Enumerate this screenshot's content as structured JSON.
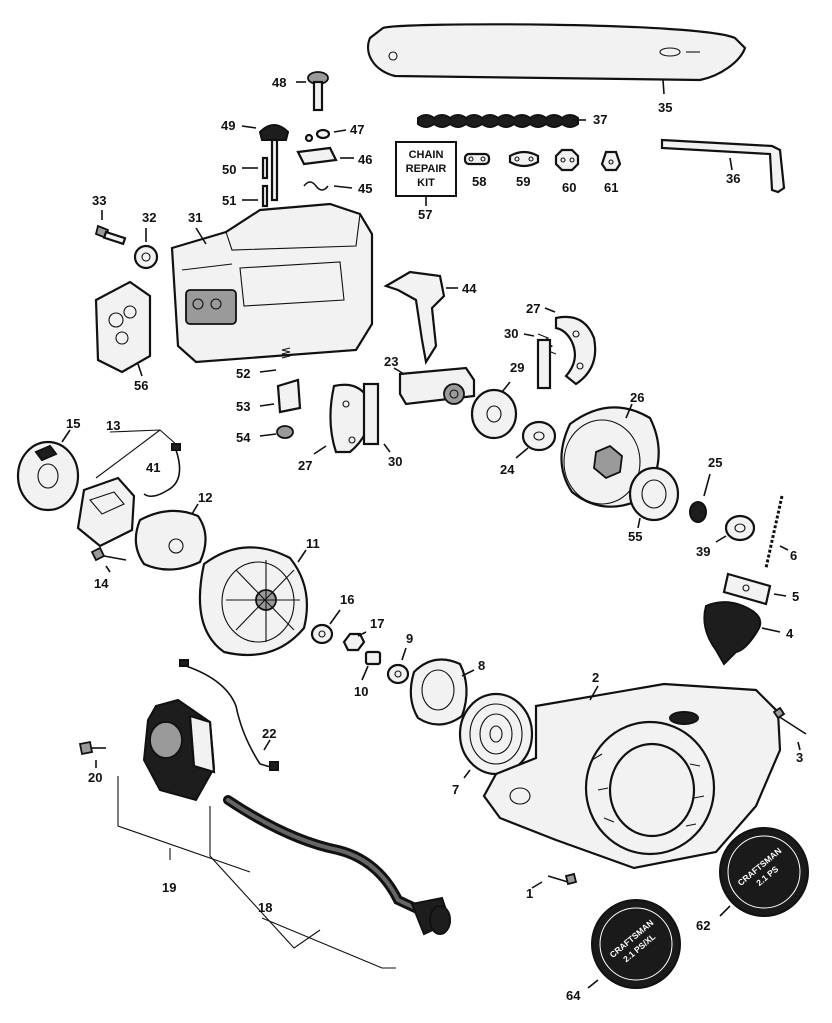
{
  "callouts": {
    "p1": "1",
    "p2": "2",
    "p3": "3",
    "p4": "4",
    "p5": "5",
    "p6": "6",
    "p7": "7",
    "p8": "8",
    "p9": "9",
    "p10": "10",
    "p11": "11",
    "p12": "12",
    "p13": "13",
    "p14": "14",
    "p15": "15",
    "p16": "16",
    "p17": "17",
    "p18": "18",
    "p19": "19",
    "p20": "20",
    "p22": "22",
    "p23": "23",
    "p24": "24",
    "p25": "25",
    "p26": "26",
    "p27a": "27",
    "p27b": "27",
    "p29": "29",
    "p30a": "30",
    "p30b": "30",
    "p31": "31",
    "p32": "32",
    "p33": "33",
    "p35": "35",
    "p36": "36",
    "p37": "37",
    "p39": "39",
    "p41": "41",
    "p44": "44",
    "p45": "45",
    "p46": "46",
    "p47": "47",
    "p48": "48",
    "p49": "49",
    "p50": "50",
    "p51": "51",
    "p52": "52",
    "p53": "53",
    "p54": "54",
    "p55": "55",
    "p56": "56",
    "p57": "57",
    "p58": "58",
    "p59": "59",
    "p60": "60",
    "p61": "61",
    "p62": "62",
    "p64": "64"
  },
  "kit": {
    "line1": "CHAIN",
    "line2": "REPAIR",
    "line3": "KIT"
  },
  "decals": {
    "d62_line1": "CRAFTSMAN",
    "d62_line2": "2.1 PS",
    "d64_line1": "CRAFTSMAN",
    "d64_line2": "2.1 PS/XL"
  }
}
